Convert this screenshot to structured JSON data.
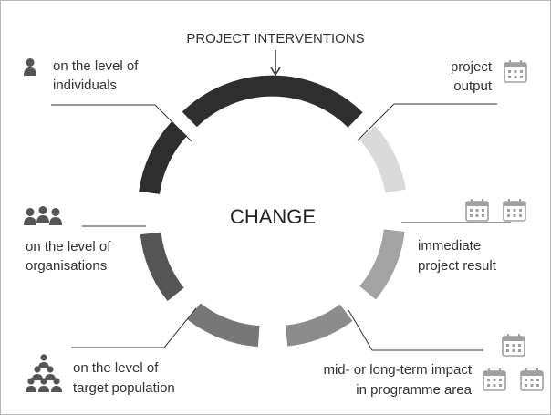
{
  "diagram": {
    "top_label": "PROJECT INTERVENTIONS",
    "center_label": "CHANGE",
    "left_labels": {
      "individuals_line1": "on the level of",
      "individuals_line2": "individuals",
      "organisations_line1": "on the level of",
      "organisations_line2": "organisations",
      "population_line1": "on the level of",
      "population_line2": "target population"
    },
    "right_labels": {
      "output_line1": "project",
      "output_line2": "output",
      "result_line1": "immediate",
      "result_line2": "project result",
      "impact_line1": "mid- or long-term impact",
      "impact_line2": "in programme area"
    },
    "icons": [
      "person-icon",
      "group-icon",
      "population-icon",
      "calendar-icon"
    ],
    "colors": {
      "segment_dark": "#2e2e2e",
      "segment_mid": "#555555",
      "segment_gray": "#777777",
      "segment_light_gray": "#8c8c8c",
      "segment_lighter": "#a3a3a3",
      "segment_lightest": "#dadada",
      "icon": "#555555",
      "calendar_outline": "#a0a0a0"
    }
  }
}
